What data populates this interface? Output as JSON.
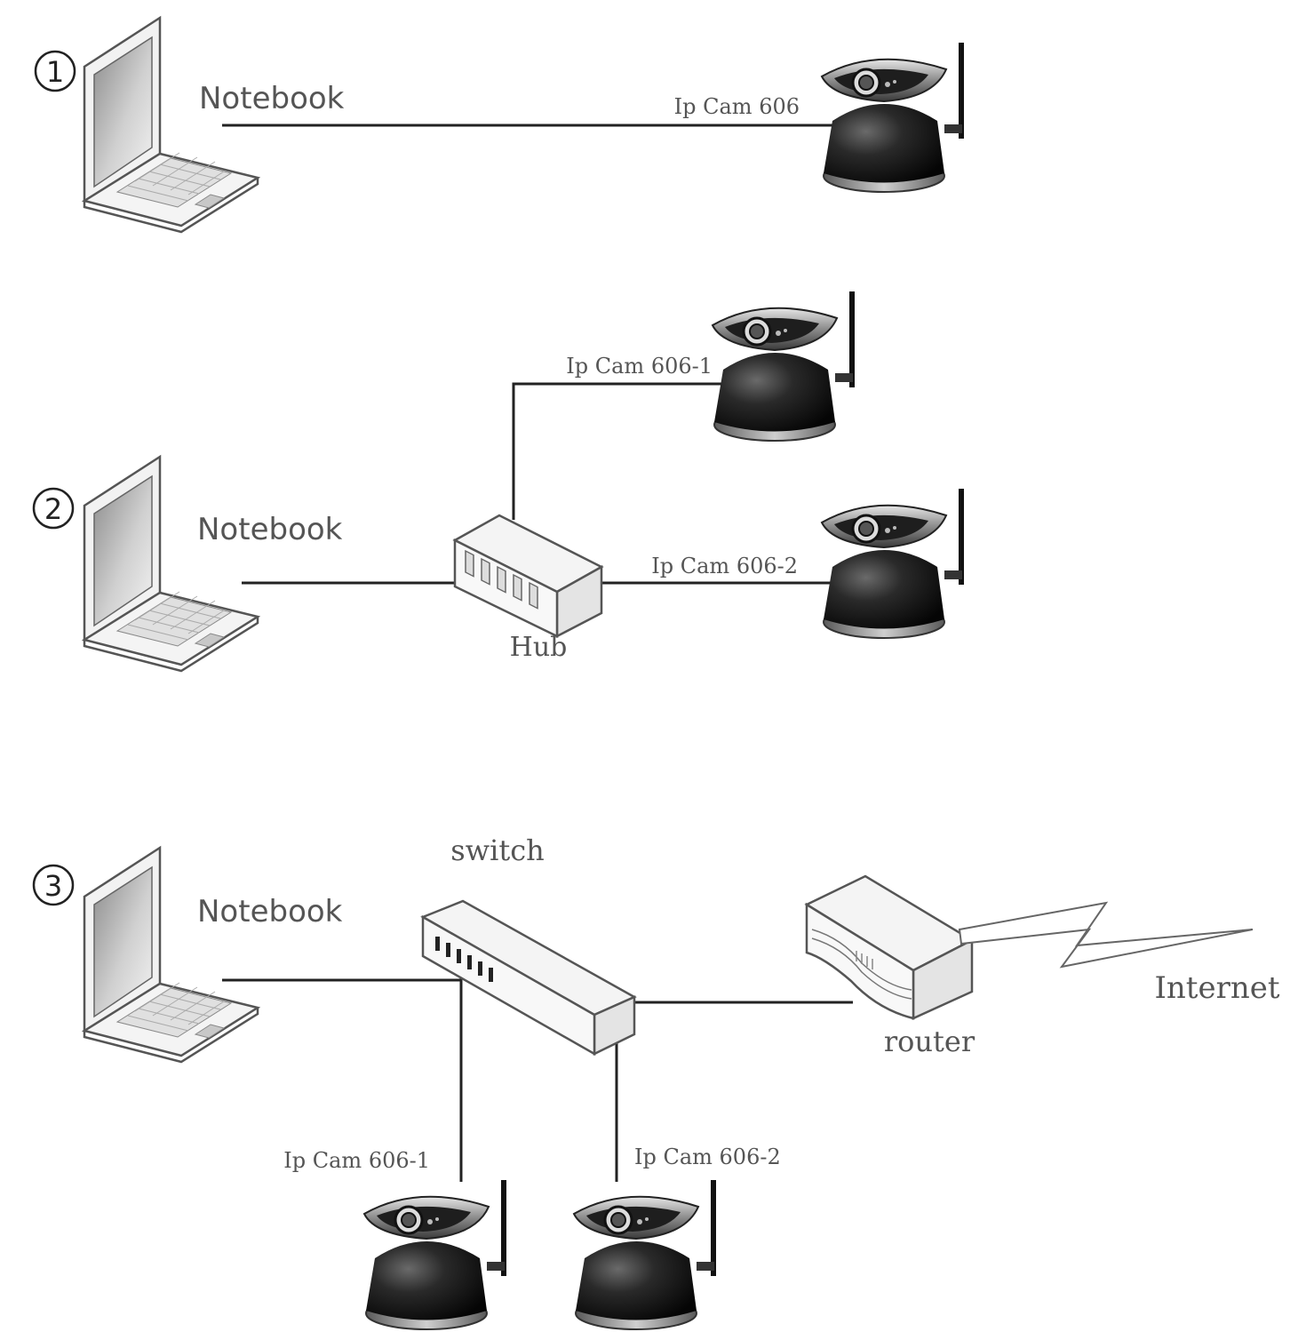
{
  "scenario_1": {
    "marker": "1",
    "notebook_label": "Notebook",
    "camera_label": "Ip Cam 606"
  },
  "scenario_2": {
    "marker": "2",
    "notebook_label": "Notebook",
    "hub_label": "Hub",
    "camera_1_label": "Ip Cam 606-1",
    "camera_2_label": "Ip Cam 606-2"
  },
  "scenario_3": {
    "marker": "3",
    "notebook_label": "Notebook",
    "switch_label": "switch",
    "router_label": "router",
    "internet_label": "Internet",
    "camera_1_label": "Ip Cam 606-1",
    "camera_2_label": "Ip Cam 606-2"
  },
  "colors": {
    "line": "#222222",
    "label": "#555555",
    "device_outline": "#555555",
    "camera_body": "#1a1a1a"
  },
  "icons": {
    "notebook": "laptop-icon",
    "camera": "ip-camera-icon",
    "hub": "hub-icon",
    "switch": "switch-icon",
    "router": "router-icon",
    "internet": "lightning-bolt-icon"
  }
}
